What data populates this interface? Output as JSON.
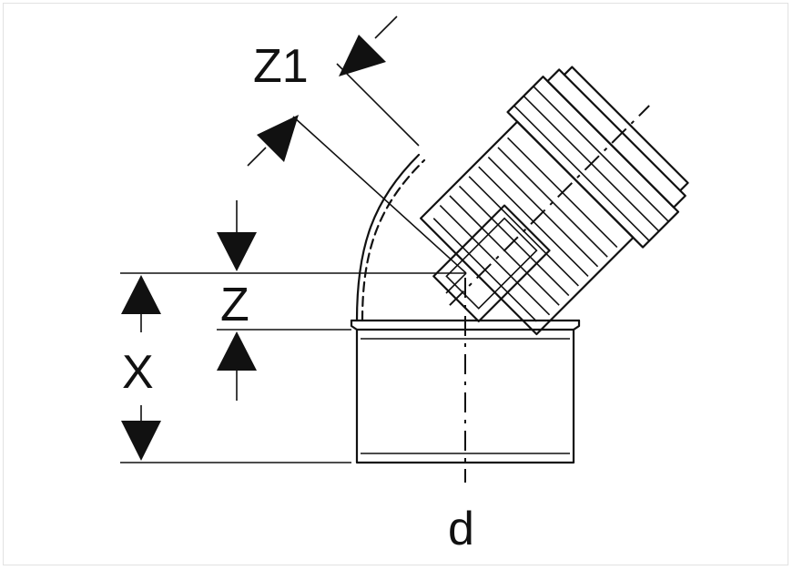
{
  "diagram": {
    "labels": {
      "z1": "Z1",
      "z": "Z",
      "x": "X",
      "d": "d"
    },
    "colors": {
      "line": "#111111",
      "background": "#ffffff"
    }
  }
}
